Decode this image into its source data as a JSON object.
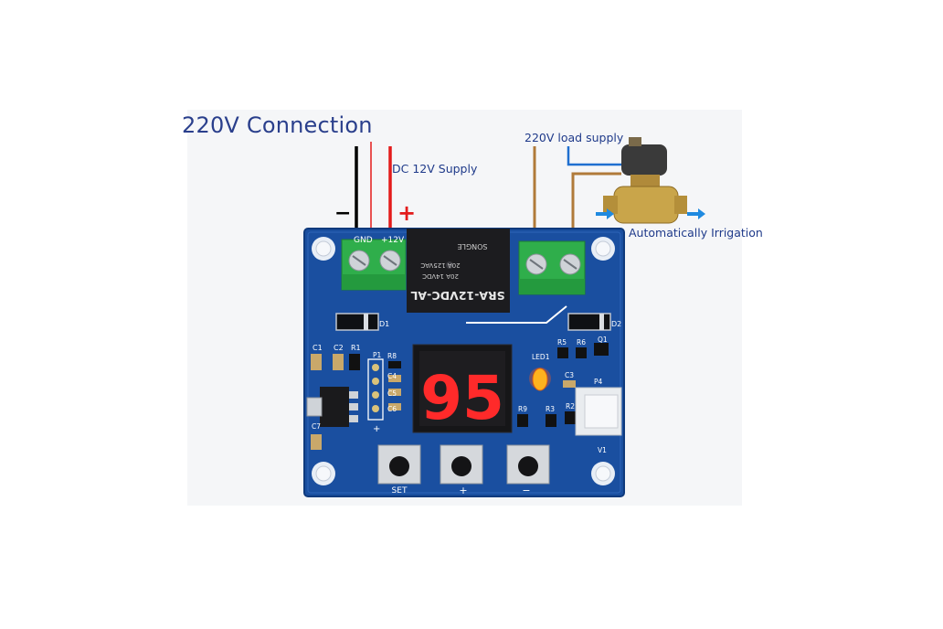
{
  "title": "220V Connection",
  "labels": {
    "dc_supply": "DC 12V Supply",
    "load_supply": "220V load supply",
    "irrigation": "Automatically  Irrigation",
    "minus": "−",
    "plus": "+"
  },
  "board": {
    "relay_model": "SRA-12VDC-AL",
    "relay_rating_1": "20A 14VDC",
    "relay_rating_2": "20A 125VAC",
    "relay_brand": "SONGLE",
    "terminal_gnd": "GND",
    "terminal_12v": "+12V",
    "display_value": "95",
    "buttons": [
      "SET",
      "+",
      "−"
    ],
    "silkscreen": [
      "D1",
      "D2",
      "C1",
      "C2",
      "R1",
      "P1",
      "R8",
      "C4",
      "C5",
      "C6",
      "C7",
      "LED1",
      "R5",
      "R6",
      "Q1",
      "C3",
      "P4",
      "R9",
      "R3",
      "R2",
      "V1",
      "+"
    ]
  },
  "colors": {
    "pcb": "#1a4fa0",
    "display_digit": "#ff2a2a",
    "wire_positive": "#e31b1b",
    "wire_negative": "#000000",
    "wire_load": "#b07a3a",
    "wire_load_2": "#1f6fd0",
    "label_text": "#1f3a8a"
  }
}
